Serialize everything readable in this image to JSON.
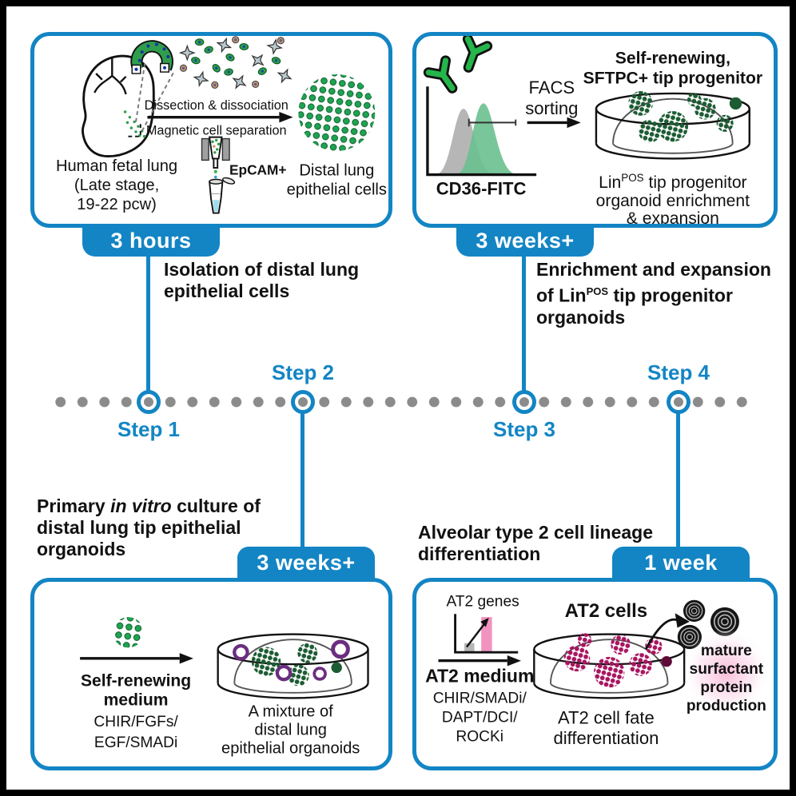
{
  "figure_type": "protocol graphical abstract",
  "colors": {
    "accent_blue": "#1385c4",
    "green_text": "#0a9e3f",
    "pink_text": "#ec2a7c",
    "timeline_dot_gray": "#8b8b8b",
    "organoid_dark_green": "#1c5c33",
    "organoid_magenta": "#a81560",
    "purple_ring": "#6b2d80",
    "pink_bar": "#f193be",
    "frame_black": "#000000"
  },
  "icons": [
    "fetal-lung-icon",
    "epithelial-tip-icon",
    "dissociated-cells-icon",
    "macs-column-icon",
    "collection-tube-icon",
    "cell-cluster-icon",
    "antibody-icon",
    "facs-histogram",
    "dish-icon",
    "organoid-icon",
    "purple-ring-organoid-icon",
    "at2-genes-chart",
    "lamellar-body-icon",
    "arrow-icon",
    "timeline-dot"
  ],
  "panel1": {
    "badge": "3 hours",
    "heading_lines": [
      "Isolation of distal lung",
      "epithelial cells"
    ],
    "lung_label_lines": [
      "Human fetal lung",
      "(Late stage,",
      "19-22 pcw)"
    ],
    "arrow_top_label": "Dissection & dissociation",
    "arrow_bottom_label": "Magnetic cell separation",
    "epcam_label": "EpCAM+",
    "result_label_lines": [
      "Distal lung",
      "epithelial cells"
    ]
  },
  "panel2": {
    "badge": "3 weeks+",
    "heading": {
      "line1": "Enrichment and expansion",
      "line2_pre": "of Lin",
      "line2_sup": "POS",
      "line2_post": " tip progenitor",
      "line3": "organoids"
    },
    "title_lines": [
      "Self-renewing,",
      "SFTPC+ tip progenitor"
    ],
    "facs_label_lines": [
      "FACS",
      "sorting"
    ],
    "axis_label": "CD36-FITC",
    "caption": {
      "line1_pre": "Lin",
      "line1_sup": "POS",
      "line1_post": " tip progenitor",
      "line2": "organoid enrichment",
      "line3": "& expansion"
    }
  },
  "panel3": {
    "badge": "3 weeks+",
    "heading": {
      "line1_pre": "Primary ",
      "line1_italic": "in vitro",
      "line1_post": " culture of",
      "line2": "distal lung tip epithelial",
      "line3": "organoids"
    },
    "medium_label_lines": [
      "Self-renewing",
      "medium"
    ],
    "medium_components": [
      "CHIR/FGFs/",
      "EGF/SMADi"
    ],
    "caption_lines": [
      "A mixture of",
      "distal lung",
      "epithelial organoids"
    ]
  },
  "panel4": {
    "badge": "1 week",
    "heading_lines": [
      "Alveolar type 2 cell lineage",
      "differentiation"
    ],
    "chart_label": "AT2 genes",
    "medium_label": "AT2 medium",
    "medium_components": [
      "CHIR/SMADi/",
      "DAPT/DCI/",
      "ROCKi"
    ],
    "cells_label": "AT2 cells",
    "surfactant_lines": [
      "mature",
      "surfactant",
      "protein",
      "production"
    ],
    "caption_lines": [
      "AT2 cell fate",
      "differentiation"
    ]
  },
  "timeline": {
    "steps": [
      "Step 1",
      "Step 2",
      "Step 3",
      "Step 4"
    ]
  }
}
